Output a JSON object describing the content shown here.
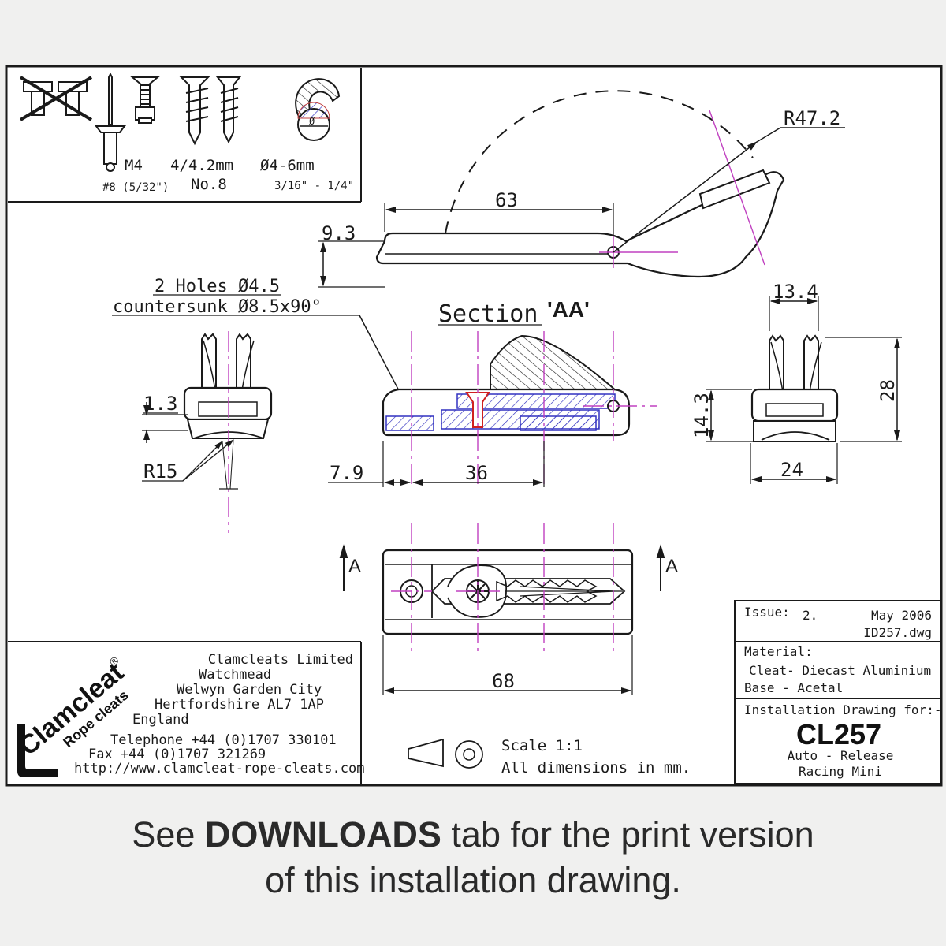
{
  "fasteners": {
    "rivet": {
      "size": "M4",
      "sub": "#8 (5/32\")"
    },
    "screw": {
      "size": "4/4.2mm",
      "sub": "No.8"
    },
    "rope": {
      "size": "Ø4-6mm",
      "sub": "3/16\" - 1/4\"",
      "diameter_symbol": "Ø"
    }
  },
  "dimensions": {
    "r47": "R47.2",
    "d63": "63",
    "d93": "9.3",
    "d134": "13.4",
    "d28": "28",
    "d143": "14.3",
    "d24": "24",
    "d13": "1.3",
    "r15": "R15",
    "d79": "7.9",
    "d36": "36",
    "d68": "68"
  },
  "holes_note": {
    "line1": "2 Holes Ø4.5",
    "line2": "countersunk Ø8.5x90°"
  },
  "section": {
    "label": "Section",
    "name": "'AA'"
  },
  "section_marker": "A",
  "title_block": {
    "issue_label": "Issue:",
    "issue_no": "2.",
    "issue_date": "May 2006",
    "file": "ID257.dwg",
    "material_label": "Material:",
    "material_cleat": "Cleat- Diecast Aluminium",
    "material_base": "Base - Acetal",
    "install_label": "Installation Drawing for:-",
    "product": "CL257",
    "desc1": "Auto - Release",
    "desc2": "Racing Mini"
  },
  "company": {
    "brand": "Clamcleat",
    "registered": "®",
    "tagline": "Rope cleats",
    "name": "Clamcleats Limited",
    "addr1": "Watchmead",
    "addr2": "Welwyn Garden City",
    "addr3": "Hertfordshire AL7 1AP",
    "addr4": "England",
    "phone": "Telephone +44 (0)1707 330101",
    "fax": "Fax +44 (0)1707 321269",
    "web": "http://www.clamcleat-rope-cleats.com"
  },
  "scale": {
    "line1": "Scale 1:1",
    "line2": "All dimensions in mm."
  },
  "caption": {
    "pre": "See ",
    "bold": "DOWNLOADS",
    "post": " tab for the print version",
    "line2": "of this installation drawing."
  },
  "colors": {
    "construction": "#c040c0",
    "hatch": "#3030c0",
    "countersink": "#d02020",
    "brand_red": "#cc1f2a"
  }
}
